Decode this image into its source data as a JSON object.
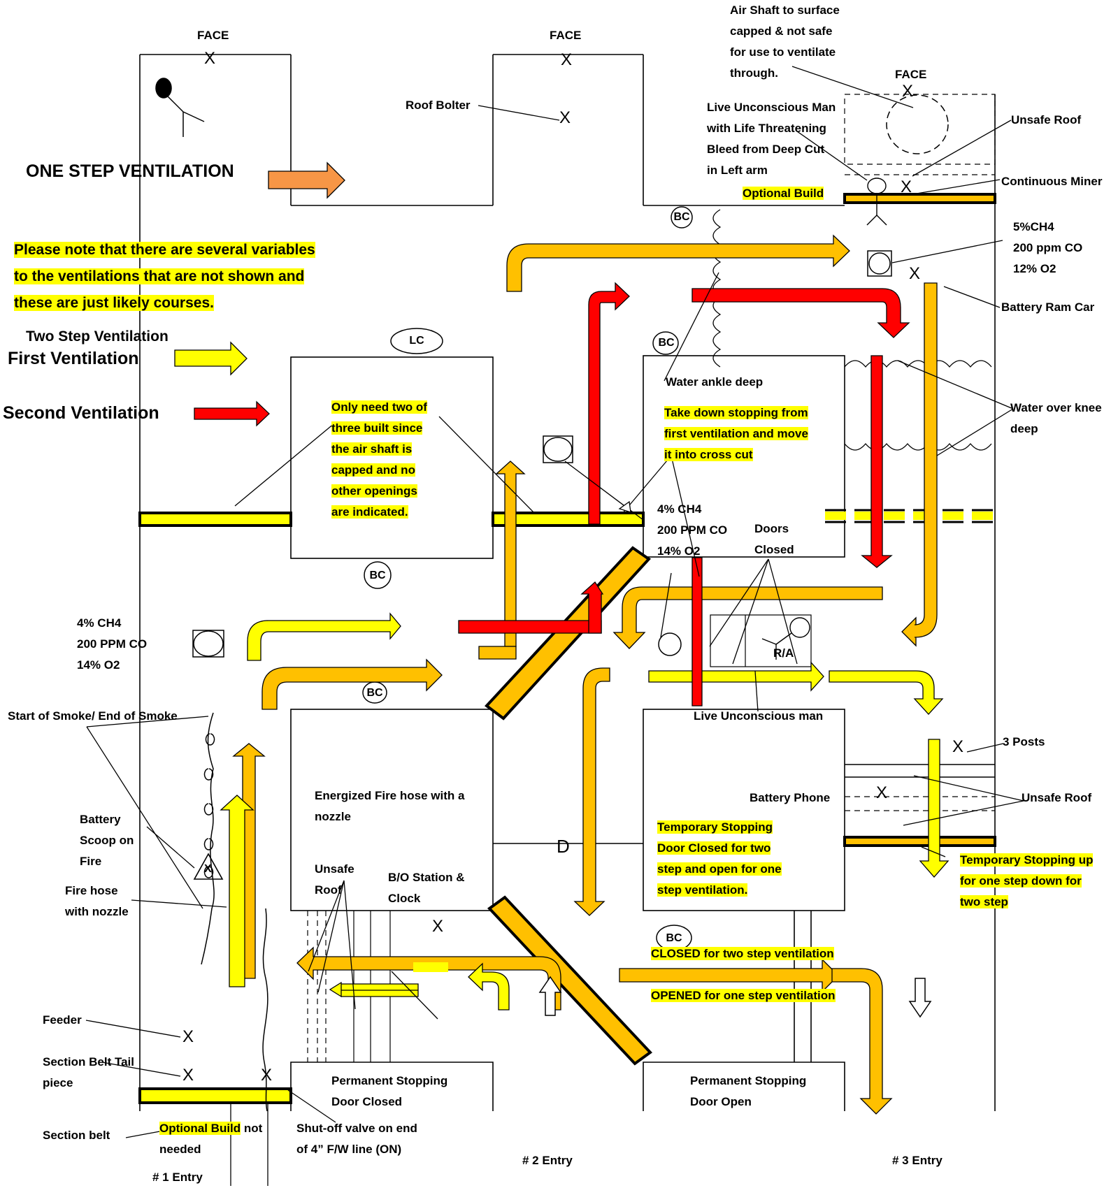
{
  "faces": {
    "left": "FACE",
    "middle": "FACE",
    "right": "FACE"
  },
  "legend": {
    "one_step": "ONE STEP VENTILATION",
    "note": [
      "Please note that there are several variables",
      "to the ventilations that are not shown and",
      "these are just likely courses."
    ],
    "two_step": "Two Step Ventilation",
    "first": "First Ventilation",
    "second": "Second Ventilation"
  },
  "labels": {
    "air_shaft": [
      "Air Shaft to surface",
      "capped & not safe",
      "for use to ventilate",
      "through."
    ],
    "roof_bolter": "Roof Bolter",
    "live_unconscious_top": [
      "Live Unconscious Man",
      "with Life Threatening",
      "Bleed from Deep Cut",
      "in Left arm"
    ],
    "optional_build_top": "Optional Build",
    "unsafe_roof_top": "Unsafe Roof",
    "continuous_miner": "Continuous Miner",
    "gas_top_right": [
      "5%CH4",
      "200 ppm CO",
      "12% O2"
    ],
    "battery_ram_car": "Battery Ram Car",
    "lc": "LC",
    "bc": "BC",
    "only_need": [
      "Only need two of",
      "three built since",
      "the air shaft is",
      "capped and no",
      "other openings",
      "are indicated."
    ],
    "water_ankle": "Water ankle deep",
    "take_down": [
      "Take down stopping from",
      "first ventilation and move",
      "it into cross cut"
    ],
    "water_knee": [
      "Water over knee",
      "deep"
    ],
    "gas_mid": [
      "4% CH4",
      "200 PPM CO",
      "14% O2"
    ],
    "doors_closed": [
      "Doors",
      "Closed"
    ],
    "gas_left": [
      "4% CH4",
      "200 PPM CO",
      "14% O2"
    ],
    "ra": "R/A",
    "start_smoke": "Start of Smoke/ End of Smoke",
    "live_unconscious_man": "Live Unconscious man",
    "three_posts": "3 Posts",
    "energized_hose": [
      "Energized Fire hose with a",
      "nozzle"
    ],
    "battery_phone": "Battery Phone",
    "unsafe_roof_right": "Unsafe Roof",
    "battery_scoop": [
      "Battery",
      "Scoop on",
      "Fire"
    ],
    "temp_stopping_door": [
      "Temporary Stopping",
      "Door Closed for two",
      "step and open for one",
      "step ventilation."
    ],
    "d_mark": "D",
    "unsafe_roof_left": [
      "Unsafe",
      "Roof"
    ],
    "bo_station": [
      "B/O Station &",
      "Clock"
    ],
    "temp_stopping_up": [
      "Temporary Stopping up",
      "for one step down for",
      "two step"
    ],
    "fire_hose": [
      "Fire hose",
      "with nozzle"
    ],
    "closed_two_step": "CLOSED for two step ventilation",
    "opened_one_step": "OPENED for one step ventilation",
    "feeder": "Feeder",
    "section_belt_tail": [
      "Section Belt Tail",
      "piece"
    ],
    "perm_stopping_closed": [
      "Permanent Stopping",
      "Door Closed"
    ],
    "perm_stopping_open": [
      "Permanent Stopping",
      "Door Open"
    ],
    "section_belt": "Section belt",
    "optional_build_bottom": "Optional Build",
    "not_needed_a": "not",
    "not_needed_b": "needed",
    "shutoff_valve": [
      "Shut-off valve on end",
      "of 4” F/W line (ON)"
    ],
    "entry1": "# 1 Entry",
    "entry2": "# 2 Entry",
    "entry3": "# 3 Entry",
    "x": "X"
  },
  "colors": {
    "yellow": "#ffff00",
    "orange": "#ffc000",
    "red": "#ff0000",
    "salmon": "#f79646",
    "outline": "#000000"
  }
}
